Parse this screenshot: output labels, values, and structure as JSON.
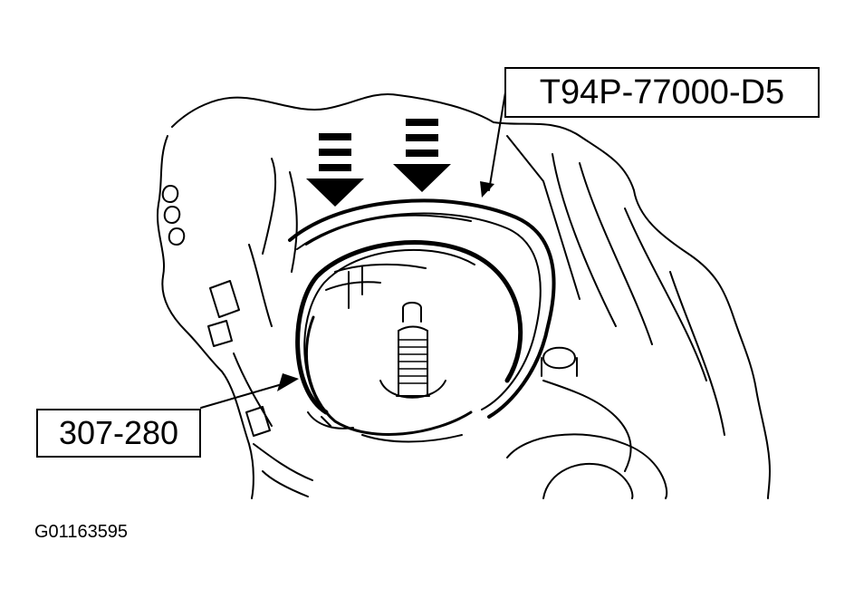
{
  "callouts": {
    "tool_top": "T94P-77000-D5",
    "tool_left": "307-280"
  },
  "figure_id": "G01163595",
  "colors": {
    "line": "#000000",
    "background": "#ffffff"
  }
}
